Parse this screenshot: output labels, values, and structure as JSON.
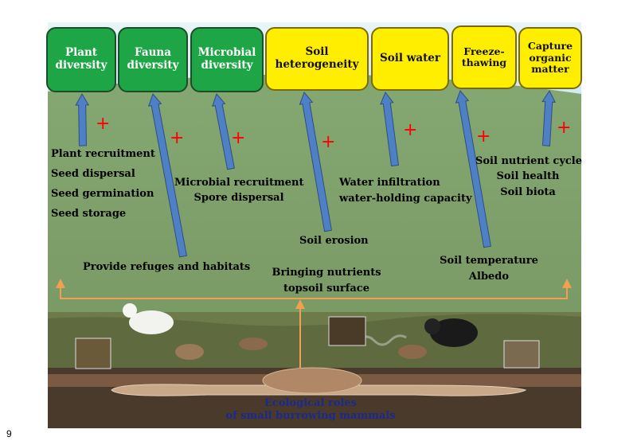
{
  "page_number": "9",
  "top_boxes": {
    "plant_diversity": {
      "line1": "Plant",
      "line2": "diversity"
    },
    "fauna_diversity": {
      "line1": "Fauna",
      "line2": "diversity"
    },
    "microbial_diversity": {
      "line1": "Microbial",
      "line2": "diversity"
    },
    "soil_heterogeneity": {
      "line1": "Soil",
      "line2": "heterogeneity"
    },
    "soil_water": {
      "line1": "Soil water"
    },
    "freeze_thawing": {
      "line1": "Freeze-",
      "line2": "thawing"
    },
    "capture_organic_matter": {
      "line1": "Capture",
      "line2": "organic",
      "line3": "matter"
    }
  },
  "colors": {
    "green_box": "#1ea646",
    "yellow_box": "#ffee00",
    "arrow_blue": "#4f7fc4",
    "arrow_orange": "#f0a050",
    "plus_red": "#ff0000",
    "field_green": "#7fa06a",
    "sky": "#c8e6ee"
  },
  "plus_sign": "+",
  "labels": {
    "plant_recruitment": "Plant recruitment",
    "seed_dispersal": "Seed dispersal",
    "seed_germination": "Seed germination",
    "seed_storage": "Seed storage",
    "microbial_recruitment": "Microbial recruitment",
    "spore_dispersal": "Spore dispersal",
    "water_infiltration": "Water infiltration",
    "water_holding_capacity": "water-holding capacity",
    "soil_nutrient_cycle": "Soil nutrient cycle",
    "soil_health": "Soil health",
    "soil_biota": "Soil biota",
    "soil_erosion": "Soil erosion",
    "provide_refuges": "Provide refuges and habitats",
    "bringing_nutrients": "Bringing nutrients",
    "topsoil_surface": "topsoil surface",
    "soil_temperature": "Soil temperature",
    "albedo": "Albedo"
  },
  "bottom_title": {
    "line1": "Ecological roles",
    "line2": "of small burrowing mammals"
  }
}
